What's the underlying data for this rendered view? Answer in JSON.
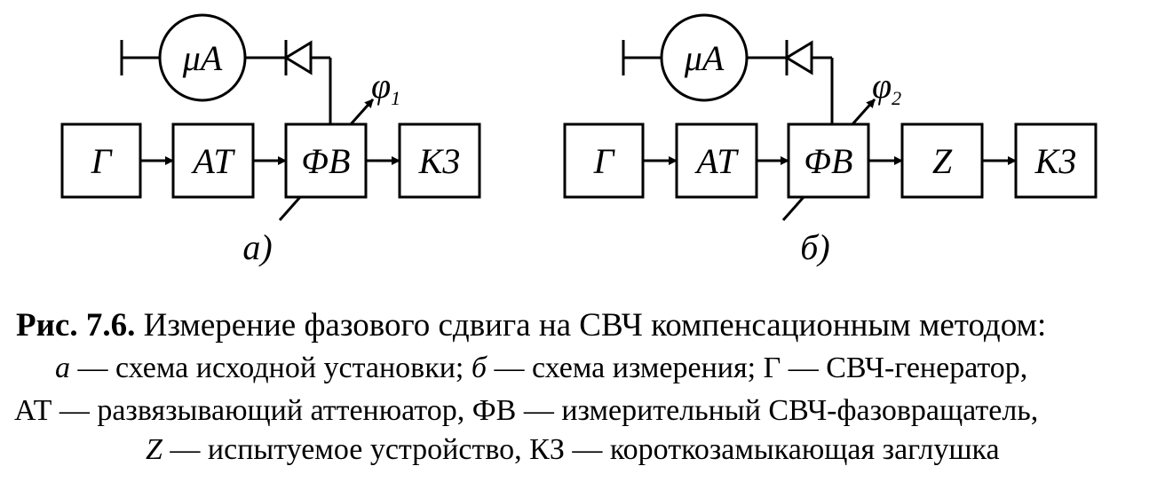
{
  "diagram_a": {
    "meter": "μA",
    "blocks": [
      "Г",
      "AT",
      "ΦB",
      "K3"
    ],
    "phase_symbol": "φ",
    "phase_sub": "1",
    "panel_label": "a)"
  },
  "diagram_b": {
    "meter": "μA",
    "blocks": [
      "Г",
      "AT",
      "ΦB",
      "Z",
      "K3"
    ],
    "phase_symbol": "φ",
    "phase_sub": "2",
    "panel_label": "б)"
  },
  "caption": {
    "fig_label": "Рис. 7.6.",
    "title": " Измерение фазового сдвига на СВЧ компенсационным методом:",
    "line2_a": "а",
    "line2_rest1": " — схема исходной установки; ",
    "line2_b": "б",
    "line2_rest2": " — схема измерения; Г — СВЧ-генератор,",
    "line3": "АТ — развязывающий аттенюатор, ФВ — измерительный СВЧ-фазовращатель,",
    "line4_z": "Z",
    "line4_rest": " — испытуемое устройство, КЗ — короткозамыкающая заглушка"
  }
}
